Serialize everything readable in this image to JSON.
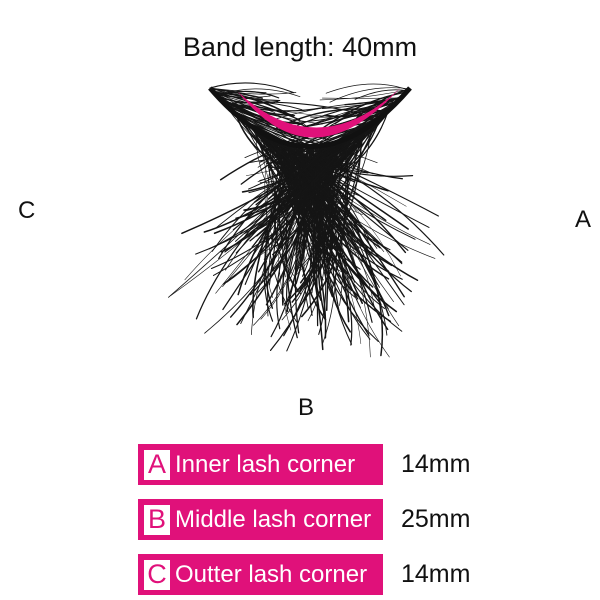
{
  "title": "Band length: 40mm",
  "markers": {
    "a": "A",
    "b": "B",
    "c": "C"
  },
  "accent_color": "#e0117a",
  "legend": [
    {
      "letter": "A",
      "label": "Inner lash corner",
      "length": "14mm"
    },
    {
      "letter": "B",
      "label": "Middle lash corner",
      "length": "25mm"
    },
    {
      "letter": "C",
      "label": "Outter lash corner",
      "length": "14mm"
    }
  ]
}
